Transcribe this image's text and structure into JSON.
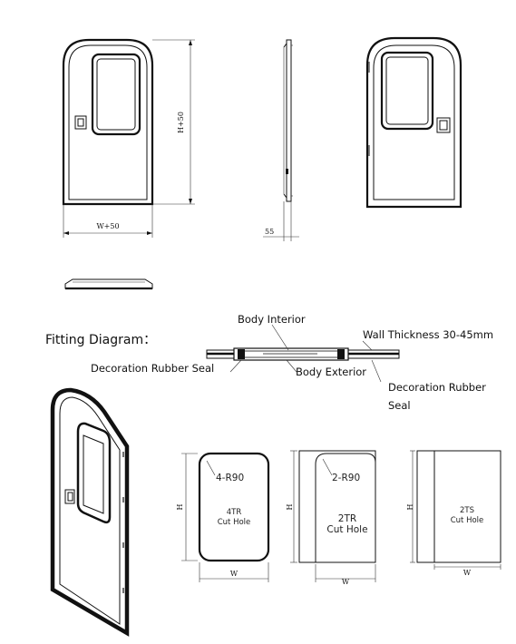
{
  "dimensions": {
    "height_plus": "H+50",
    "width_plus": "W+50",
    "depth": "55",
    "h": "H",
    "w": "W"
  },
  "fitting": {
    "title": "Fitting Diagram：",
    "body_interior": "Body Interior",
    "wall_thickness": "Wall Thickness 30-45mm",
    "decoration_seal_left": "Decoration Rubber Seal",
    "body_exterior": "Body Exterior",
    "decoration_seal_right_line1": "Decoration Rubber",
    "decoration_seal_right_line2": "Seal"
  },
  "cutouts": [
    {
      "radius": "4-R90",
      "name": "4TR",
      "sub": "Cut Hole"
    },
    {
      "radius": "2-R90",
      "name": "2TR",
      "sub": "Cut Hole"
    },
    {
      "radius": "",
      "name": "2TS",
      "sub": "Cut  Hole"
    }
  ]
}
